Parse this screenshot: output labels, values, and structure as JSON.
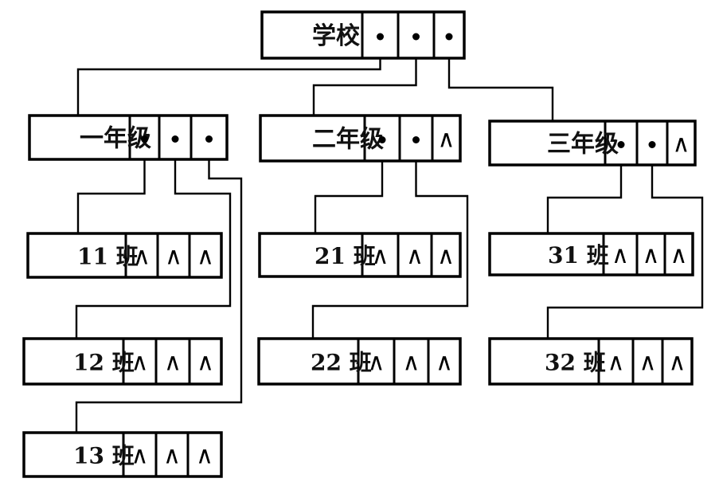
{
  "diagram": {
    "type": "tree-linked-storage",
    "null_symbol": "∧",
    "line_color": "#000000",
    "background": "#ffffff",
    "root": {
      "label": "学校",
      "pointers": [
        "ptr",
        "ptr",
        "ptr"
      ]
    },
    "grades": [
      {
        "label": "一年级",
        "pointers": [
          "ptr",
          "ptr",
          "ptr"
        ]
      },
      {
        "label": "二年级",
        "pointers": [
          "ptr",
          "ptr",
          "null"
        ]
      },
      {
        "label": "三年级",
        "pointers": [
          "ptr",
          "ptr",
          "null"
        ]
      }
    ],
    "classes": [
      {
        "label": "11 班",
        "pointers": [
          "null",
          "null",
          "null"
        ]
      },
      {
        "label": "12 班",
        "pointers": [
          "null",
          "null",
          "null"
        ]
      },
      {
        "label": "13 班",
        "pointers": [
          "null",
          "null",
          "null"
        ]
      },
      {
        "label": "21 班",
        "pointers": [
          "null",
          "null",
          "null"
        ]
      },
      {
        "label": "22 班",
        "pointers": [
          "null",
          "null",
          "null"
        ]
      },
      {
        "label": "31 班",
        "pointers": [
          "null",
          "null",
          "null"
        ]
      },
      {
        "label": "32 班",
        "pointers": [
          "null",
          "null",
          "null"
        ]
      }
    ]
  }
}
